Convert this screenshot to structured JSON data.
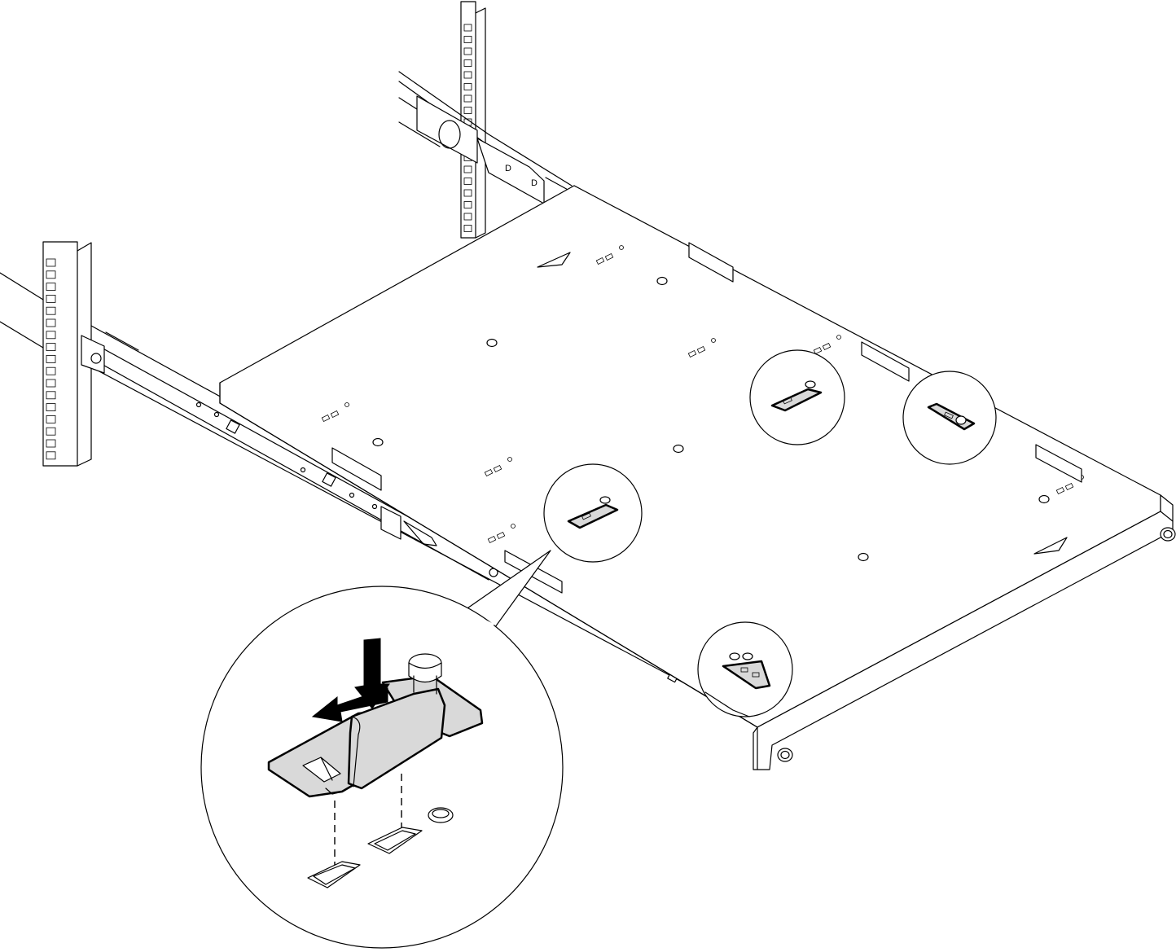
{
  "figure": {
    "description_type": "hardware-installation-illustration",
    "colors": {
      "line": "#000000",
      "background": "#ffffff",
      "part_fill": "#d9d9d9",
      "arrow_fill": "#000000"
    },
    "icons": [
      "rack-post-icon",
      "slide-rail-icon",
      "shipping-tray-icon",
      "rubber-pad-clip-icon",
      "push-down-arrow-icon",
      "slide-left-arrow-icon"
    ]
  },
  "callouts": [
    {
      "id": "detail-1"
    },
    {
      "id": "detail-2"
    },
    {
      "id": "detail-3"
    },
    {
      "id": "detail-4"
    }
  ]
}
